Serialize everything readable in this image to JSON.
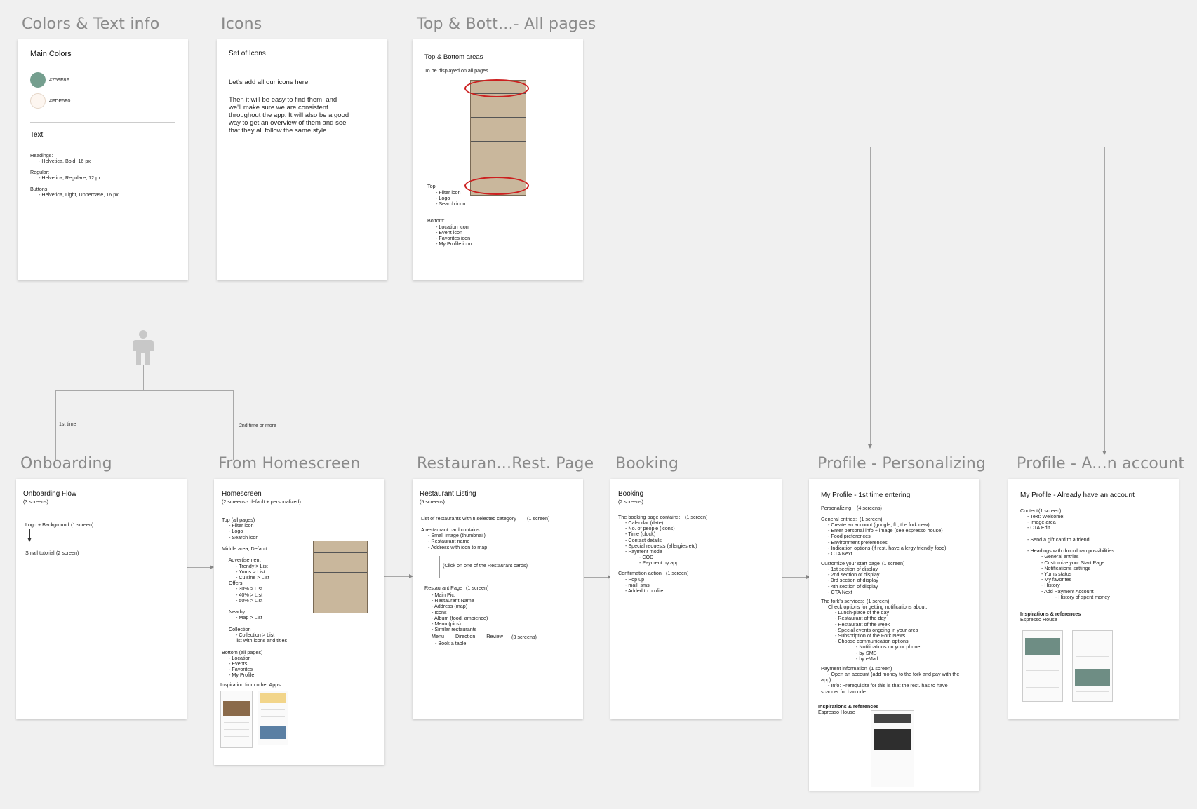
{
  "sections": {
    "colors": "Colors & Text info",
    "icons": "Icons",
    "topbottom": "Top & Bott...- All pages",
    "onboarding": "Onboarding",
    "homescreen": "From Homescreen",
    "restaurant": "Restauran...Rest. Page",
    "booking": "Booking",
    "profile_personalizing": "Profile - Personalizing",
    "profile_account": "Profile - A...n account"
  },
  "flow_labels": {
    "first_time": "1st time",
    "second_time": "2nd time or more"
  },
  "colors_card": {
    "title": "Main Colors",
    "swatches": [
      {
        "hex": "#759F8F",
        "label": "#759F8F"
      },
      {
        "hex": "#FDF6F0",
        "label": "#FDF6F0"
      }
    ],
    "text_title": "Text",
    "headings_label": "Headings:",
    "headings_value": "- Helvetica, Bold, 16 px",
    "regular_label": "Regular:",
    "regular_value": "- Helvetica, Regulare, 12 px",
    "buttons_label": "Buttons:",
    "buttons_value": "- Helvetica, Light, Uppercase, 16 px"
  },
  "icons_card": {
    "title": "Set of Icons",
    "p1": "Let's add all our icons here.",
    "p2_l1": "Then it will be easy to find them, and",
    "p2_l2": "we'll make sure we are consistent",
    "p2_l3": "throughout the app. It will also be a good",
    "p2_l4": "way to get an overview of them and see",
    "p2_l5": "that they all follow the same style."
  },
  "topbottom_card": {
    "title": "Top & Bottom areas",
    "subtitle": "To be displayed on all pages",
    "top_label": "Top:",
    "top_items": [
      "- Filter icon",
      "- Logo",
      "- Search icon"
    ],
    "bottom_label": "Bottom:",
    "bottom_items": [
      "- Location icon",
      "- Event icon",
      "- Favorites icon",
      "- My Profile icon"
    ]
  },
  "onboarding_card": {
    "title": "Onboarding Flow",
    "count": "(3 screens)",
    "step1": "Logo + Background",
    "step1_count": "(1 screen)",
    "step2": "Small tutorial",
    "step2_count": "(2 screen)"
  },
  "homescreen_card": {
    "title": "Homescreen",
    "count": "(2 screens - default + personalized)",
    "text": "Top (all pages)\n     - Filter icon\n     - Logo\n     - Search icon\n\nMiddle area, Default:\n\n     Advertisement\n          - Trendy > List\n          - Yums > List\n          - Cuisine > List\n     Offers\n          - 30% > List\n          - 40% > List\n          - 50% > List\n\n     Nearby\n          - Map > List\n\n     Collection\n          - Collection > List\n          list with icons and titles\n\nBottom (all pages)\n     - Location\n     - Events\n     - Favorites\n     - My Profile",
    "inspiration": "Inspiration from other Apps:"
  },
  "restaurant_card": {
    "title": "Restaurant Listing",
    "count": "(5 screens)",
    "line1": "List of restaurants within selected category",
    "line1_count": "(1 screen)",
    "text_a": "A restaurant card contains:\n     - Small image (thumbnail)\n     - Restaurant name\n     - Address with icon to map",
    "click_note": "(Click on one of the Restaurant cards)",
    "page_label": "Restaurant Page",
    "page_count": "(1 screen)",
    "text_b": "     - Main Pic.\n     - Restaurant Name\n     - Address (map)\n     - Icons\n     - Album (food, ambience)\n     - Menu (pics)\n     - Similar restaurants",
    "tabs": "Menu        Direction        Review",
    "tabs_count": "(3 screens)",
    "book": "- Book a table"
  },
  "booking_card": {
    "title": "Booking",
    "count": "(2 screens)",
    "line1": "The booking page contains:",
    "line1_count": "(1 screen)",
    "text_a": "     - Calendar (date)\n     - No. of people (icons)\n     - Time (clock)\n     - Contact details\n     - Special requests (allergies etc)\n     - Payment mode\n               - COD\n               - Payment by app.",
    "confirm": "Confirmation action",
    "confirm_count": "(1 screen)",
    "text_b": "     - Pop up\n     - mail, sms\n     - Added to profile"
  },
  "personalizing_card": {
    "title": "My Profile - 1st time entering",
    "personalizing": "Personalizing",
    "personalizing_count": "(4 screens)",
    "general": "General entries:",
    "general_count": "(1 screen)",
    "text_general": "     - Create an account (google, fb, the fork new)\n     - Enter personal info + image (see espresso house)\n     - Food preferences\n     - Environment preferences\n     - Indication options (if rest. have allergy friendly food)\n     - CTA Next",
    "customize": "Customize your start page",
    "customize_count": "(1 screen)",
    "text_customize": "     - 1st section of display\n     - 2nd section of display\n     - 3rd section of display\n     - 4th section of display\n     - CTA Next",
    "fork": "The fork's services:",
    "fork_count": "(1 screen)",
    "text_fork": "     Check options for getting notifications about:\n          - Lunch-place of the day\n          - Restaurant of the day\n          - Restaurant of the week\n          - Special events ongoing in your area\n          - Subscription of the Fork News\n          - Choose communication options\n                         - Notifications on your phone\n                         - by SMS\n                         - by eMail",
    "payment": "Payment information",
    "payment_count": "(1 screen)",
    "text_payment": "     - Open an account (add money to the fork and pay with the\napp)\n     - Info: Prerequisite for this is that the rest. has to have\nscanner for barcode",
    "insp_title": "Inspirations & references",
    "insp_sub": "Espresso House"
  },
  "account_card": {
    "title": "My Profile - Already have an account",
    "content": "Content",
    "content_count": "(1 screen)",
    "text": "     - Text: Welcome!\n     - Image area\n     - CTA Edit\n\n     - Send a gift card to a friend\n\n     - Headings with drop down possibilities:\n               - General entries\n               - Customize your Start Page\n               - Notifications settings\n               - Yums status\n               - My favorites\n               - History\n               - Add Payment Account\n                         - History of spent money",
    "insp_title": "Inspirations & references",
    "insp_sub": "Espresso House"
  }
}
